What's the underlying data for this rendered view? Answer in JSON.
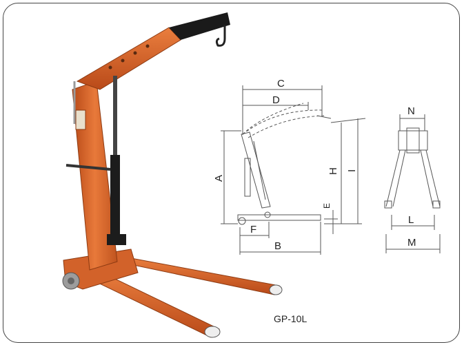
{
  "model_label": "GP-10L",
  "dimension_labels": {
    "A": "A",
    "B": "B",
    "C": "C",
    "D": "D",
    "E": "E",
    "F": "F",
    "H": "H",
    "I": "I",
    "L": "L",
    "M": "M",
    "N": "N"
  },
  "colors": {
    "crane_orange": "#d9662a",
    "boom_black": "#1a1a1a",
    "frame_border": "#444444",
    "drawing_line": "#555555"
  }
}
